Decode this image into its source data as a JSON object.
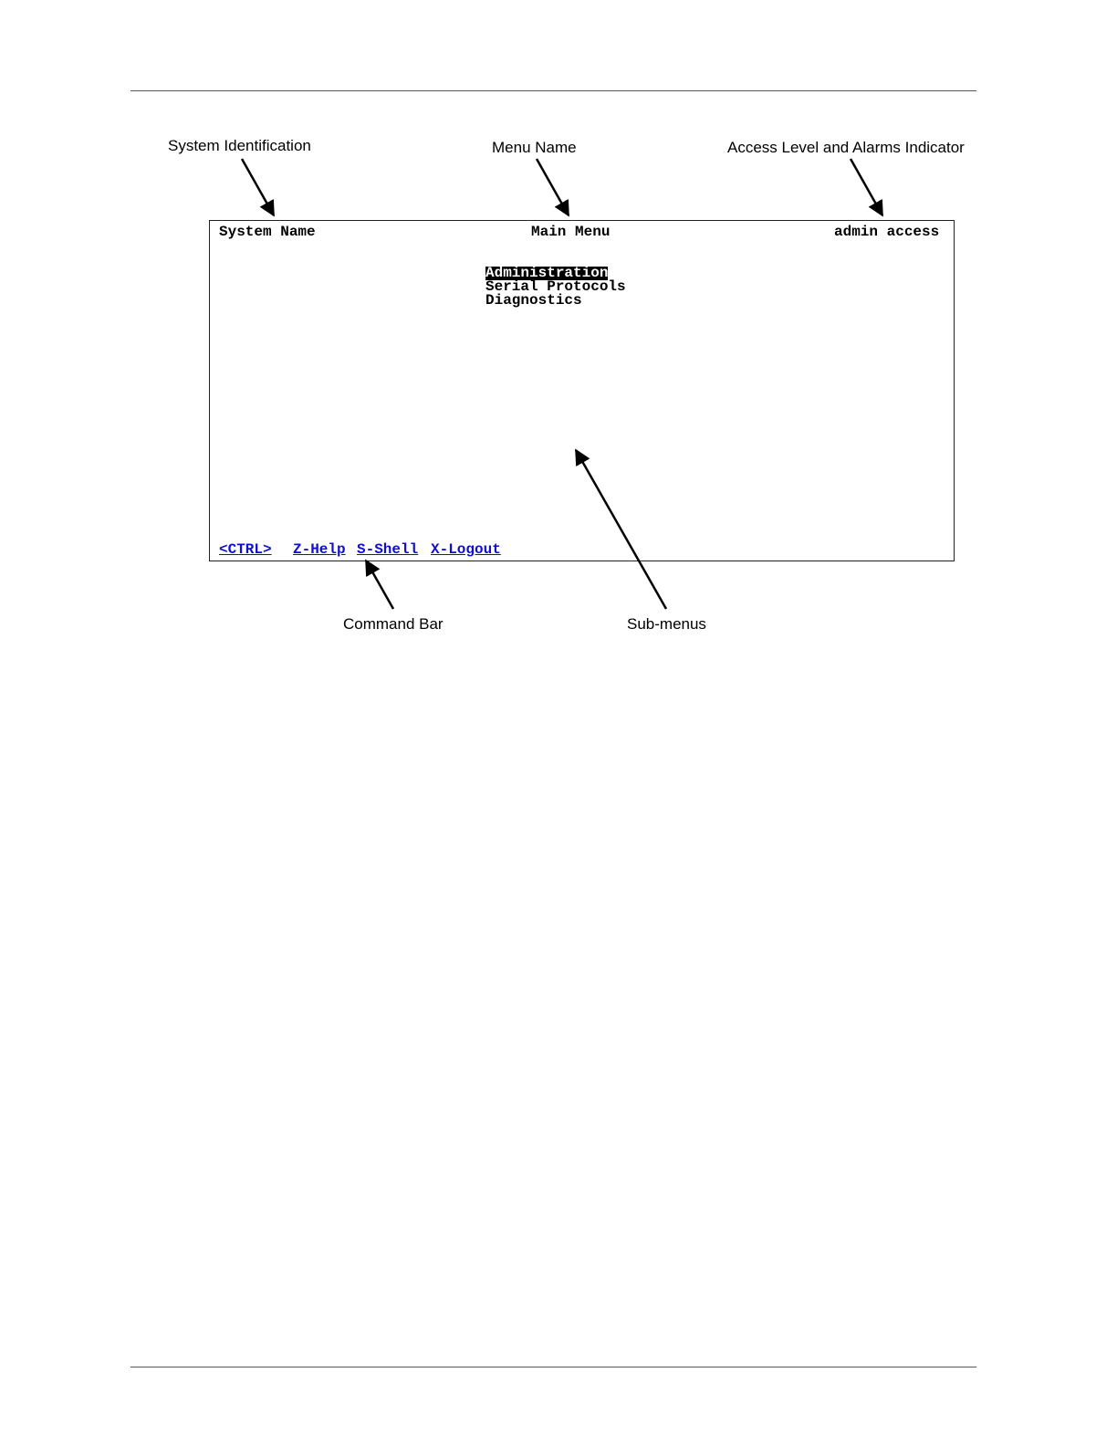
{
  "callouts": {
    "system_identification": "System Identification",
    "menu_name": "Menu Name",
    "access_level": "Access Level and Alarms Indicator",
    "command_bar": "Command Bar",
    "sub_menus": "Sub-menus"
  },
  "terminal": {
    "system_name": "System Name",
    "menu_title": "Main Menu",
    "access": "admin access",
    "menu_items": [
      {
        "label": "Administration",
        "selected": true
      },
      {
        "label": "Serial Protocols",
        "selected": false
      },
      {
        "label": "Diagnostics",
        "selected": false
      }
    ],
    "command_bar": {
      "ctrl": "<CTRL>",
      "help": "Z-Help",
      "shell": "S-Shell",
      "logout": "X-Logout"
    }
  },
  "colors": {
    "command_link": "#1010cc",
    "highlight_bg": "#000000",
    "highlight_fg": "#ffffff"
  }
}
